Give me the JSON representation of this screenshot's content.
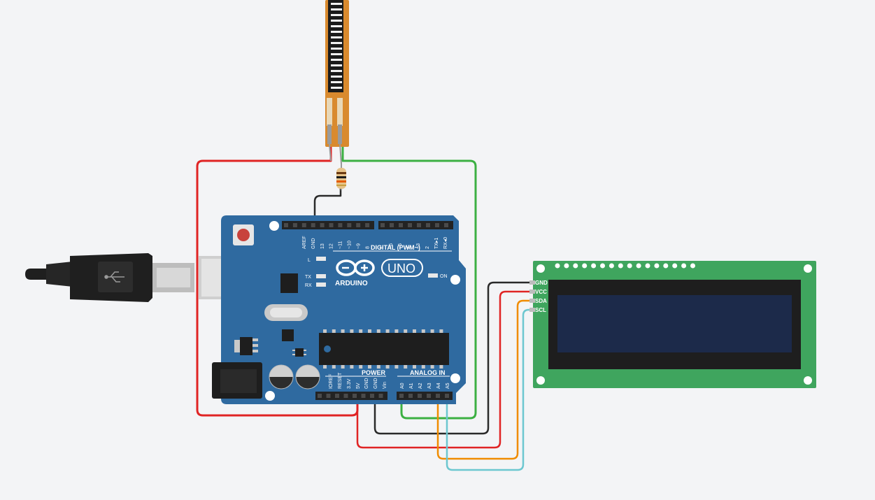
{
  "arduino": {
    "brand": "ARDUINO",
    "model": "UNO",
    "digital_header_label": "DIGITAL (PWM~)",
    "digital_pins": [
      "AREF",
      "GND",
      "13",
      "12",
      "~11",
      "~10",
      "~9",
      "8",
      "7",
      "~6",
      "~5",
      "4",
      "~3",
      "2",
      "TX▸1",
      "RX◂0"
    ],
    "power_header_label": "POWER",
    "power_pins": [
      "IOREF",
      "RESET",
      "3.3V",
      "5V",
      "GND",
      "GND",
      "Vin"
    ],
    "analog_header_label": "ANALOG IN",
    "analog_pins": [
      "A0",
      "A1",
      "A2",
      "A3",
      "A4",
      "A5"
    ],
    "led_labels": {
      "l": "L",
      "tx": "TX",
      "rx": "RX",
      "on": "ON"
    }
  },
  "lcd": {
    "pins": [
      "GND",
      "VCC",
      "SDA",
      "SCL"
    ]
  },
  "colors": {
    "background": "#f3f4f6",
    "board": "#2f6aa0",
    "lcd_board": "#3fa55e",
    "lcd_screen": "#1c2a4a",
    "wire_red": "#e02424",
    "wire_green": "#3cb043",
    "wire_black": "#2a2a2a",
    "wire_orange": "#f08c00",
    "wire_cyan": "#6cc7d0",
    "flex_sensor": "#d98a2e"
  },
  "components": {
    "usb_cable": "usb-cable-icon",
    "flex_sensor": "flex-sensor-icon",
    "resistor": "resistor-icon"
  }
}
